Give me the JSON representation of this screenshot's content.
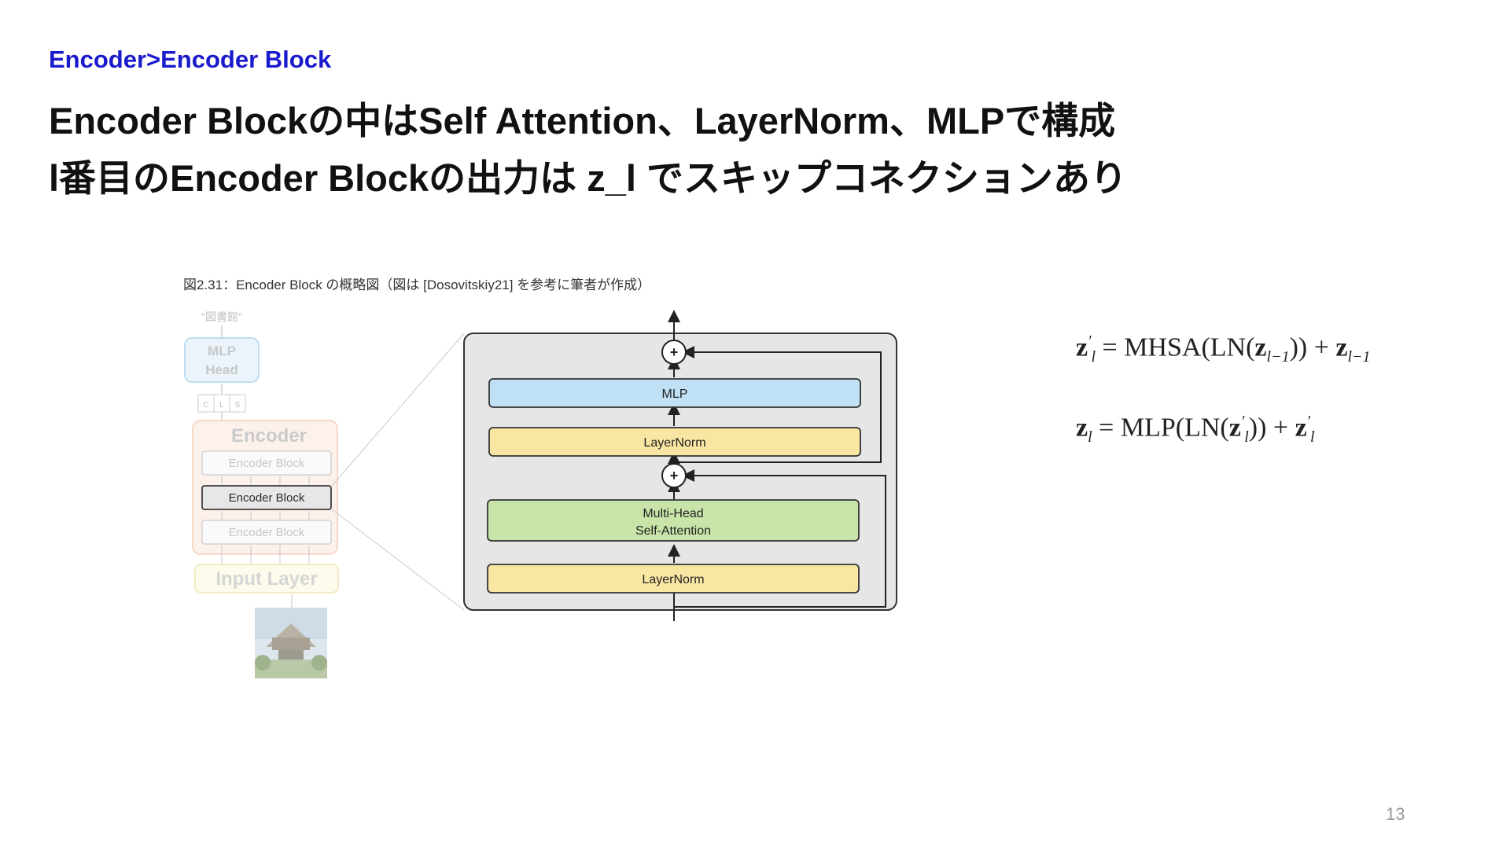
{
  "slide": {
    "breadcrumb": "Encoder>Encoder Block",
    "title_line_1": "Encoder Blockの中はSelf Attention、LayerNorm、MLPで構成",
    "title_line_2": "l番目のEncoder Blockの出力は z_l でスキップコネクションあり",
    "page_number": "13"
  },
  "figure": {
    "caption": "図2.31：Encoder Block の概略図（図は [Dosovitskiy21] を参考に筆者が作成）",
    "left_panel": {
      "output_label": "\"図書館\"",
      "mlp_head": [
        "MLP",
        "Head"
      ],
      "cls_tokens": [
        "C",
        "L",
        "S"
      ],
      "encoder_title": "Encoder",
      "encoder_blocks": [
        "Encoder Block",
        "Encoder Block",
        "Encoder Block"
      ],
      "input_layer": "Input Layer"
    },
    "right_panel": {
      "mlp": "MLP",
      "layernorm_top": "LayerNorm",
      "mhsa_line_1": "Multi-Head",
      "mhsa_line_2": "Self-Attention",
      "layernorm_bottom": "LayerNorm",
      "add_symbol": "+"
    },
    "colors": {
      "mlp_fill": "#bfe0f5",
      "layernorm_fill": "#f9e6a3",
      "mhsa_fill": "#c8e4a8",
      "block_panel": "#e6e6e6"
    }
  },
  "equations": {
    "eq1": {
      "lhs": "z",
      "lhs_sub": "l",
      "lhs_prime": "′",
      "rhs_text_1": " = MHSA(LN(",
      "rhs_var": "z",
      "rhs_sub": "l−1",
      "rhs_text_2": ")) + ",
      "rhs_var_2": "z",
      "rhs_sub_2": "l−1"
    },
    "eq2": {
      "lhs": "z",
      "lhs_sub": "l",
      "rhs_text_1": " = MLP(LN(",
      "rhs_var": "z",
      "rhs_sub": "l",
      "rhs_prime": "′",
      "rhs_text_2": ")) + ",
      "rhs_var_2": "z",
      "rhs_sub_2": "l",
      "rhs_prime_2": "′"
    }
  }
}
